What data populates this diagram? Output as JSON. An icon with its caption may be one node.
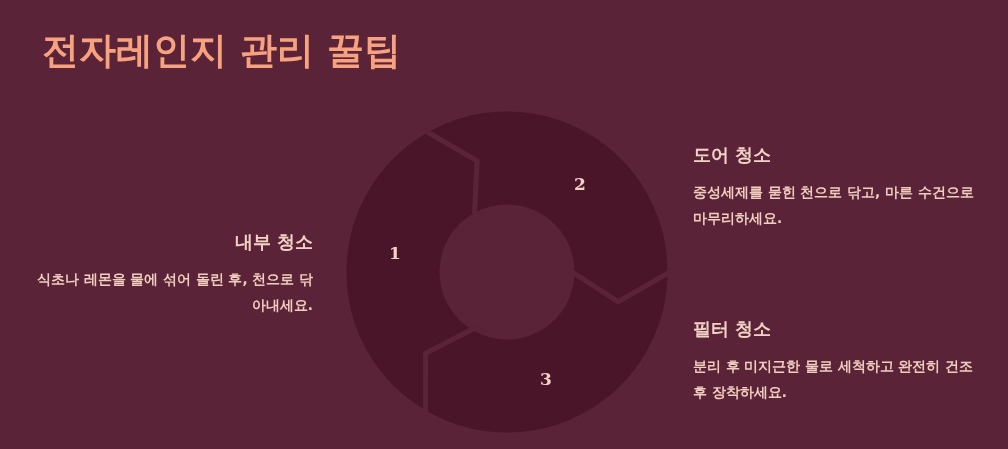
{
  "diagram": {
    "title": "전자레인지 관리 꿀팁",
    "nodes": [
      {
        "text": [
          "1"
        ],
        "beside": [
          "내부 청소",
          "식초나 레몬을 물에 섞어 돌린 후, 천으로 닦아내세요."
        ]
      },
      {
        "text": [
          "2"
        ],
        "beside": [
          "도어 청소",
          "중성세제를 묻힌 천으로 닦고, 마른 수건으로 마무리하세요."
        ]
      },
      {
        "text": [
          "3"
        ],
        "beside": [
          "필터 청소",
          "분리 후 미지근한 물로 세척하고 완전히 건조 후 장착하세요."
        ]
      }
    ]
  }
}
